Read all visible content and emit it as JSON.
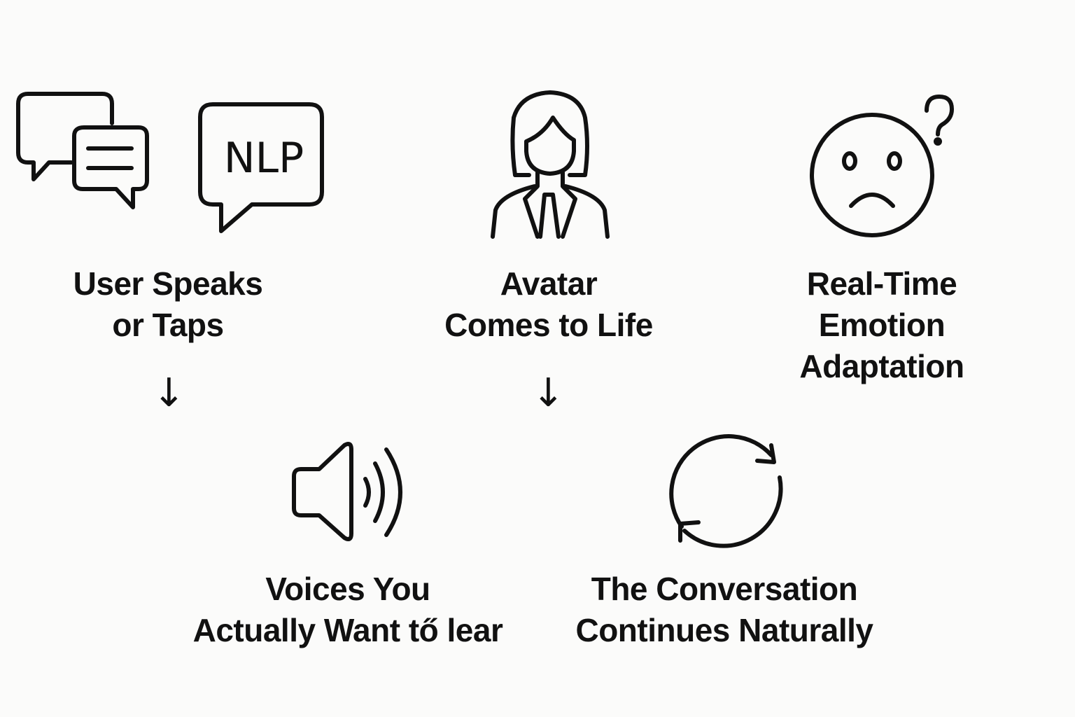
{
  "steps": [
    {
      "icon": "chat-bubbles-icon",
      "lines": [
        "User Speaks",
        "or Taps"
      ]
    },
    {
      "icon": "nlp-speech-bubble-icon",
      "badge": "NLP"
    },
    {
      "icon": "avatar-person-icon",
      "lines": [
        "Avatar",
        "Comes to Life"
      ]
    },
    {
      "icon": "confused-face-icon",
      "lines": [
        "Real-Time",
        "Emotion",
        "Adaptation"
      ]
    },
    {
      "icon": "speaker-volume-icon",
      "lines": [
        "Voices You",
        "Actually Want tő lear"
      ]
    },
    {
      "icon": "refresh-cycle-icon",
      "lines": [
        "The Conversation",
        "Continues Naturally"
      ]
    }
  ],
  "arrows": [
    "↓",
    "↓"
  ],
  "colors": {
    "stroke": "#111111",
    "background": "#fbfbfa"
  }
}
